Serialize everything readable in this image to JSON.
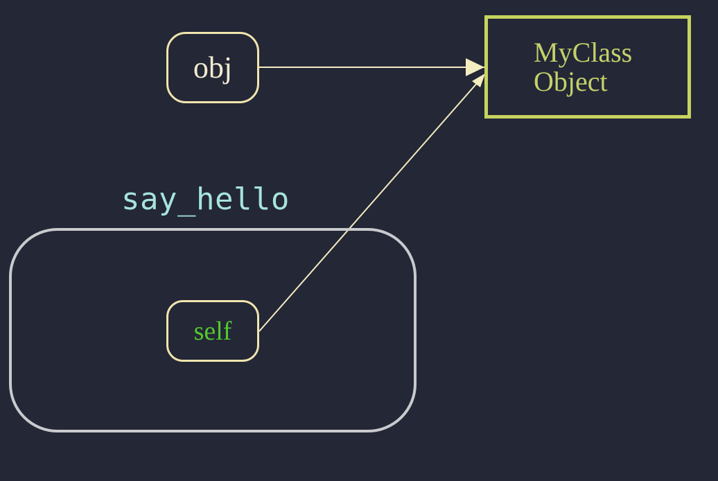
{
  "diagram": {
    "frame": {
      "title": "say_hello"
    },
    "nodes": {
      "obj": {
        "label": "obj"
      },
      "self": {
        "label": "self"
      },
      "object": {
        "line1": "MyClass",
        "line2": "Object"
      }
    },
    "edges": [
      {
        "from": "obj",
        "to": "object"
      },
      {
        "from": "self",
        "to": "object"
      }
    ],
    "colors": {
      "background": "#232736",
      "reference_border": "#f1e5ae",
      "object_border": "#c6d35f",
      "object_text": "#c4d16a",
      "frame_border": "#c9cacd",
      "frame_title": "#a7e3dc",
      "self_text": "#55c72f",
      "arrow": "#f5ecc0"
    }
  }
}
